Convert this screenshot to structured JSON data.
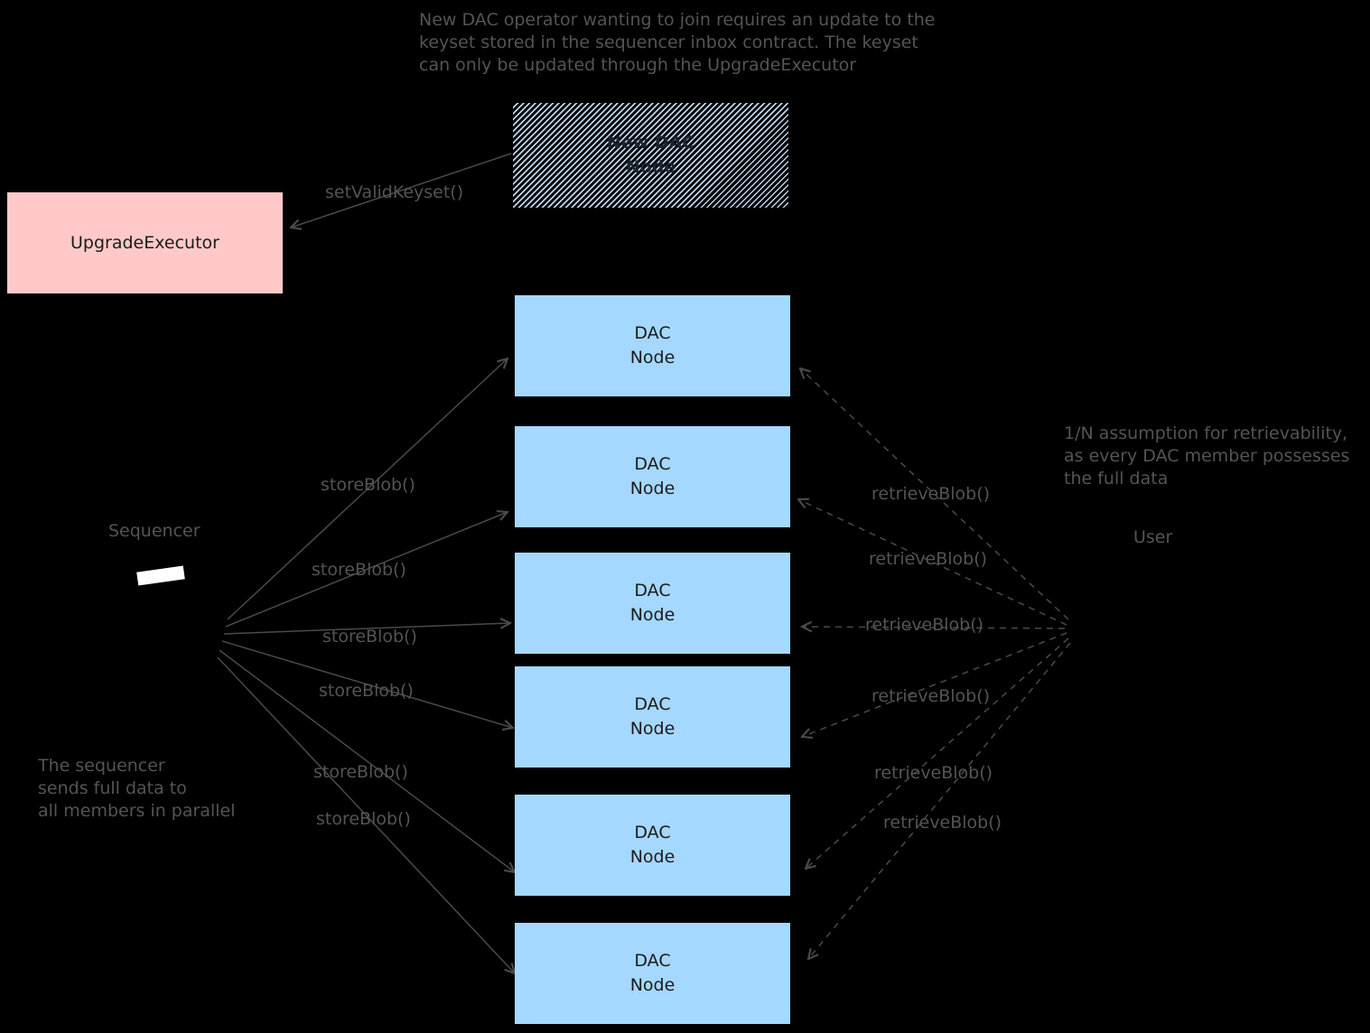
{
  "colors": {
    "background": "#000000",
    "note_text": "#545454",
    "arrow": "#4a4a4a",
    "dac_node_fill": "#a5d8ff",
    "executor_fill": "#ffc9c9",
    "hatch_line": "#bcd3e8",
    "box_text": "#1b1b1b",
    "sequencer_icon": "#ffffff"
  },
  "notes": {
    "top": [
      "New DAC operator wanting to join requires an update to the",
      "keyset stored in the sequencer inbox contract. The keyset",
      "can only be updated through the UpgradeExecutor"
    ],
    "right": [
      "1/N assumption for retrievability,",
      "as every DAC member possesses",
      "the full data"
    ],
    "bottom_left": [
      "The sequencer",
      "sends full data to",
      "all members in parallel"
    ]
  },
  "labels": {
    "sequencer": "Sequencer",
    "user": "User",
    "set_valid_keyset": "setValidKeyset()"
  },
  "boxes": {
    "upgrade_executor": "UpgradeExecutor",
    "new_dac_node": {
      "line1": "New DAC",
      "line2": "Node"
    },
    "dac_nodes": [
      {
        "line1": "DAC",
        "line2": "Node"
      },
      {
        "line1": "DAC",
        "line2": "Node"
      },
      {
        "line1": "DAC",
        "line2": "Node"
      },
      {
        "line1": "DAC",
        "line2": "Node"
      },
      {
        "line1": "DAC",
        "line2": "Node"
      },
      {
        "line1": "DAC",
        "line2": "Node"
      }
    ]
  },
  "edges": {
    "store": [
      "storeBlob()",
      "storeBlob()",
      "storeBlob()",
      "storeBlob()",
      "storeBlob()",
      "storeBlob()"
    ],
    "retrieve": [
      "retrieveBlob()",
      "retrieveBlob()",
      "retrieveBlob()",
      "retrieveBlob()",
      "retrieveBlob()",
      "retrieveBlob()"
    ]
  }
}
